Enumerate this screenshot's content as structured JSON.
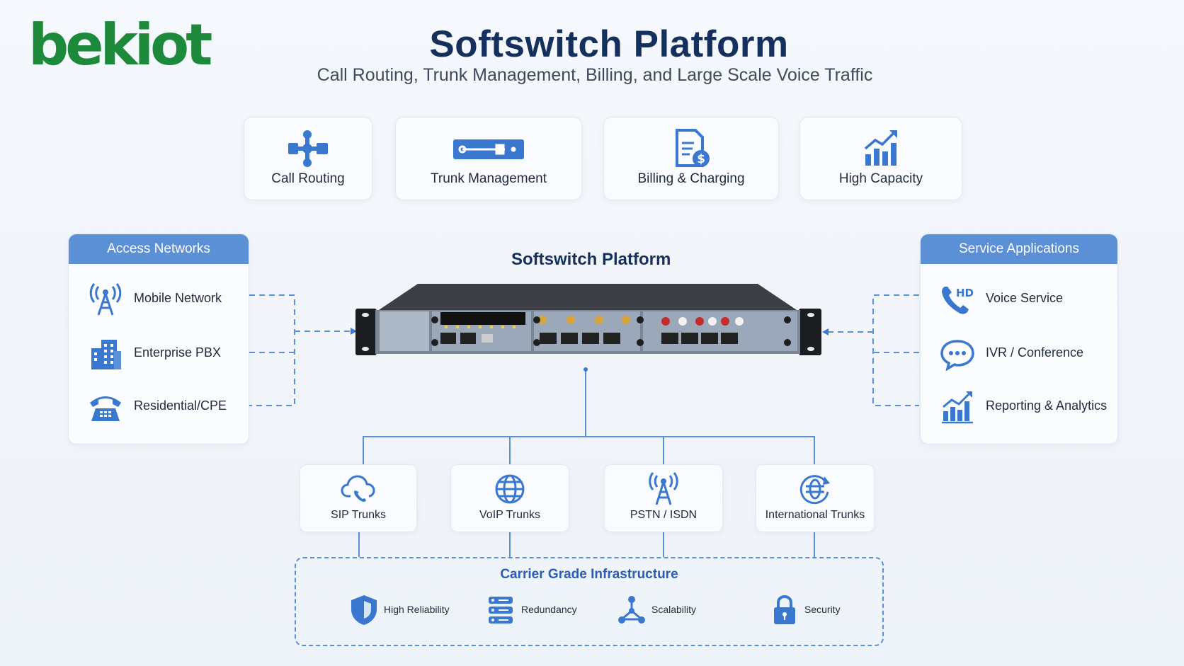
{
  "brand": {
    "logo_text": "bekiot"
  },
  "header": {
    "title": "Softswitch Platform",
    "subtitle": "Call Routing, Trunk Management, Billing, and Large Scale Voice Traffic"
  },
  "features": [
    {
      "label": "Call Routing",
      "icon": "routing-icon"
    },
    {
      "label": "Trunk Management",
      "icon": "trunk-icon"
    },
    {
      "label": "Billing & Charging",
      "icon": "billing-icon"
    },
    {
      "label": "High Capacity",
      "icon": "capacity-chart-icon"
    }
  ],
  "access_networks": {
    "title": "Access Networks",
    "items": [
      {
        "label": "Mobile Network",
        "icon": "cell-tower-icon"
      },
      {
        "label": "Enterprise PBX",
        "icon": "building-icon"
      },
      {
        "label": "Residential/CPE",
        "icon": "telephone-icon"
      }
    ]
  },
  "center": {
    "title": "Softswitch Platform"
  },
  "service_applications": {
    "title": "Service Applications",
    "items": [
      {
        "label": "Voice Service",
        "icon": "hd-phone-icon"
      },
      {
        "label": "IVR / Conference",
        "icon": "chat-bubble-icon"
      },
      {
        "label": "Reporting & Analytics",
        "icon": "analytics-chart-icon"
      }
    ]
  },
  "trunks": [
    {
      "label": "SIP Trunks",
      "icon": "cloud-phone-icon"
    },
    {
      "label": "VoIP Trunks",
      "icon": "globe-icon"
    },
    {
      "label": "PSTN / ISDN",
      "icon": "antenna-tower-icon"
    },
    {
      "label": "International Trunks",
      "icon": "globe-arrows-icon"
    }
  ],
  "infrastructure": {
    "title": "Carrier Grade Infrastructure",
    "items": [
      {
        "label": "High Reliability",
        "icon": "shield-icon"
      },
      {
        "label": "Redundancy",
        "icon": "server-stack-icon"
      },
      {
        "label": "Scalability",
        "icon": "network-nodes-icon"
      },
      {
        "label": "Security",
        "icon": "padlock-icon"
      }
    ]
  },
  "colors": {
    "accent": "#3a78d0",
    "panel_header": "#5b8fd6",
    "title": "#15305c",
    "logo_green": "#1d8a3b",
    "logo_red": "#e31b23"
  }
}
